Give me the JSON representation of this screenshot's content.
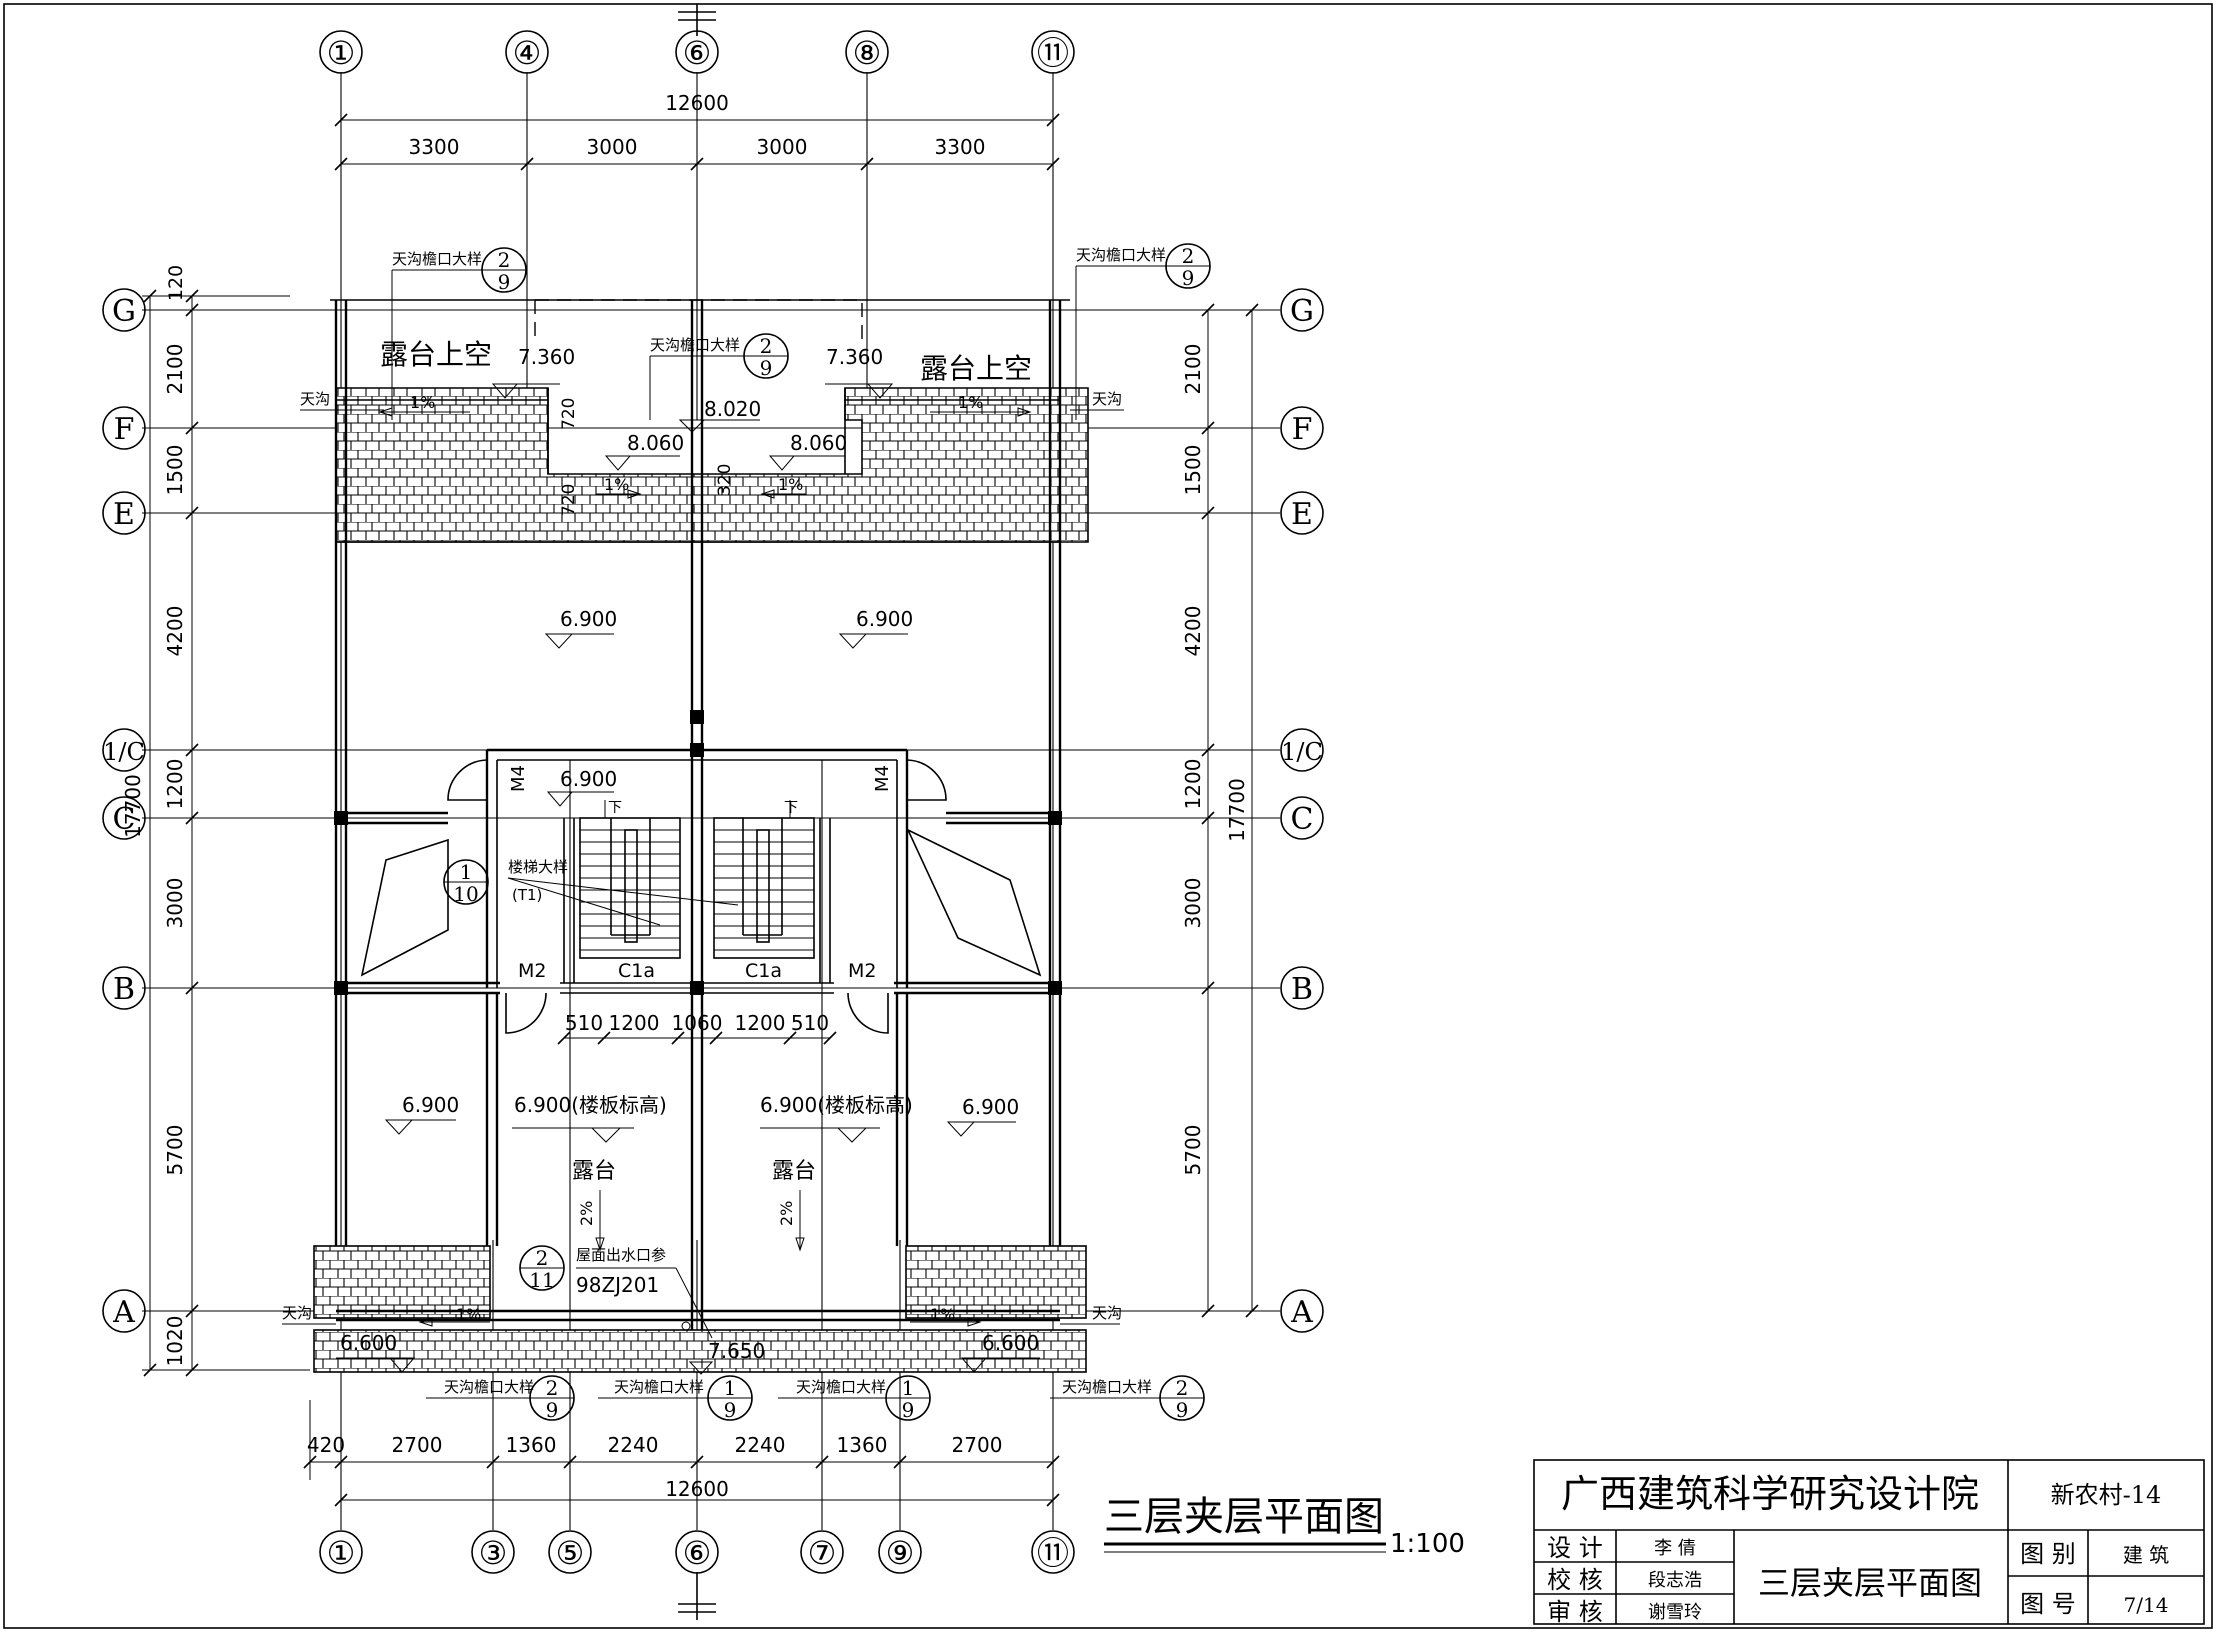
{
  "axes_top": [
    "①",
    "④",
    "⑥",
    "⑧",
    "⑪"
  ],
  "axes_bottom": [
    "①",
    "③",
    "⑤",
    "⑥",
    "⑦",
    "⑨",
    "⑪"
  ],
  "axes_side": [
    "G",
    "F",
    "E",
    "1/C",
    "C",
    "B",
    "A"
  ],
  "dims_top": {
    "overall": "12600",
    "spans": [
      "3300",
      "3000",
      "3000",
      "3300"
    ]
  },
  "dims_bottom": {
    "overall": "12600",
    "spans": [
      "420",
      "2700",
      "1360",
      "2240",
      "2240",
      "1360",
      "2700"
    ]
  },
  "dims_left": {
    "spans": [
      "120",
      "2100",
      "1500",
      "4200",
      "1200",
      "3000",
      "5700",
      "1020"
    ],
    "overall": "17700"
  },
  "dims_right": {
    "spans": [
      "2100",
      "1500",
      "4200",
      "1200",
      "3000",
      "5700"
    ],
    "overall": "17700"
  },
  "room_labels": {
    "terrace_void_left": "露台上空",
    "terrace_void_right": "露台上空",
    "terrace_left": "露台",
    "terrace_right": "露台"
  },
  "elevations": {
    "e1": "7.360",
    "e2": "7.360",
    "e3": "8.020",
    "e4": "8.060",
    "e5": "8.060",
    "e6": "6.900",
    "e7": "6.900",
    "e8": "6.900",
    "e9": "6.900",
    "e10": "6.900(楼板标高)",
    "e11": "6.900(楼板标高)",
    "e12": "6.900",
    "e13": "6.600",
    "e14": "6.600",
    "e15": "7.650"
  },
  "slopes": {
    "s1": "1%",
    "s2": "1%",
    "s3": "1%",
    "s4": "1%",
    "s5": "1%",
    "s6": "1%",
    "s7": "2%",
    "s8": "2%"
  },
  "gutters": {
    "g1": "天沟",
    "g2": "天沟",
    "g3": "天沟",
    "g4": "天沟"
  },
  "small_dims": {
    "d720a": "720",
    "d720b": "720",
    "d320": "320"
  },
  "stair_dims": [
    "510",
    "1200",
    "1060",
    "1200",
    "510"
  ],
  "doors": {
    "m4a": "M4",
    "m4b": "M4",
    "m2a": "M2",
    "m2b": "M2",
    "c1a": "C1a",
    "c1b": "C1a",
    "down_a": "下",
    "down_b": "下"
  },
  "detail_refs": {
    "gutter_label": "天沟檐口大样",
    "stair_label": "楼梯大样",
    "stair_sub": "(T1)",
    "roof_drain_label": "屋面出水口参",
    "roof_drain_std": "98ZJ201",
    "ref_2_9_num": "2",
    "ref_2_9_den": "9",
    "ref_1_9_num": "1",
    "ref_1_9_den": "9",
    "ref_1_10_num": "1",
    "ref_1_10_den": "10",
    "ref_2_11_num": "2",
    "ref_2_11_den": "11"
  },
  "drawing_title": "三层夹层平面图",
  "scale": "1:100",
  "title_block": {
    "institute": "广西建筑科学研究设计院",
    "project": "新农村-14",
    "design_label": "设 计",
    "design_name": "李 倩",
    "check_label": "校 核",
    "check_name": "段志浩",
    "review_label": "审 核",
    "review_name": "谢雪玲",
    "sheet_title": "三层夹层平面图",
    "category_label": "图 别",
    "category_value": "建 筑",
    "number_label": "图 号",
    "number_value": "7/14"
  }
}
